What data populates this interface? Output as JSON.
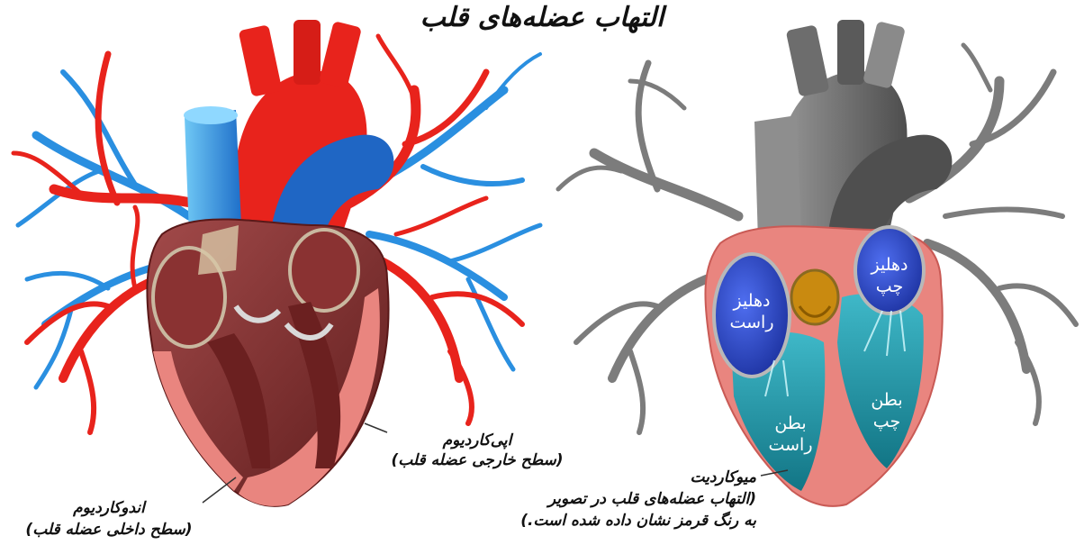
{
  "title": "التهاب عضله‌های قلب",
  "left_heart": {
    "epicardium": {
      "name": "اپی‌کاردیوم",
      "desc": "(سطح خارجی عضله قلب)"
    },
    "endocardium": {
      "name": "اندوکاردیوم",
      "desc": "(سطح داخلی عضله قلب)"
    }
  },
  "right_heart": {
    "chambers": {
      "right_atrium": [
        "دهلیز",
        "راست"
      ],
      "left_atrium": [
        "دهلیز",
        "چپ"
      ],
      "right_ventricle": [
        "بطن",
        "راست"
      ],
      "left_ventricle": [
        "بطن",
        "چپ"
      ]
    },
    "myocarditis": {
      "name": "میوکاردیت",
      "desc_line1": "(التهاب عضله‌های قلب در تصویر",
      "desc_line2": "به رنگ قرمز نشان داده شده است.)"
    }
  },
  "colors": {
    "artery_red": "#e8231c",
    "vein_blue": "#2a8fe0",
    "muscle_maroon": "#7a2a2a",
    "myocardium_pink": "#e9857f",
    "gray_vessel": "#7c7c7c",
    "atrium_blue": "#2b46c9",
    "ventricle_teal": "#1b8f9e",
    "valve_gold": "#c98a10"
  }
}
